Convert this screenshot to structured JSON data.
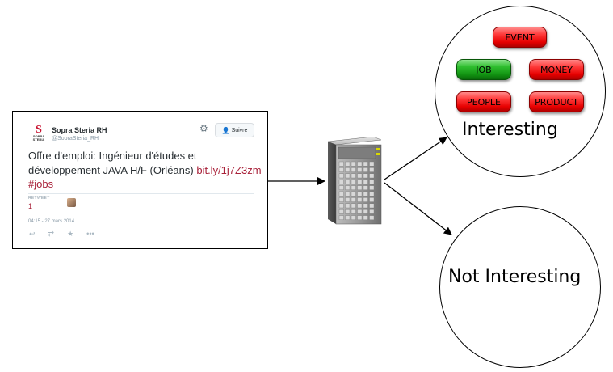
{
  "tweet": {
    "account_name": "Sopra Steria RH",
    "handle": "@SopraSteria_RH",
    "follow_label": "Suivre",
    "text": "Offre d'emploi: Ingénieur d'études et développement JAVA H/F (Orléans) ",
    "link": "bit.ly/1j7Z3zm",
    "hashtag": "#jobs",
    "retweets_label": "RETWEET",
    "retweets_count": "1",
    "timestamp": "04:15 - 27 mars 2014",
    "logo_letter": "S",
    "logo_wordmark": "SOPRA STERIA",
    "icons": [
      "gear-icon",
      "follow-person-icon",
      "reply-icon",
      "retweet-icon",
      "favorite-icon",
      "more-icon"
    ]
  },
  "server": {
    "icon": "server-tower-icon"
  },
  "categories": {
    "interesting": {
      "label": "Interesting",
      "tags": [
        {
          "name": "EVENT",
          "color": "red"
        },
        {
          "name": "JOB",
          "color": "green"
        },
        {
          "name": "MONEY",
          "color": "red"
        },
        {
          "name": "PEOPLE",
          "color": "red"
        },
        {
          "name": "PRODUCT",
          "color": "red"
        }
      ]
    },
    "not_interesting": {
      "label": "Not Interesting"
    }
  },
  "colors": {
    "tag_red": "#e60000",
    "tag_green": "#129412",
    "link": "#a9223a"
  }
}
